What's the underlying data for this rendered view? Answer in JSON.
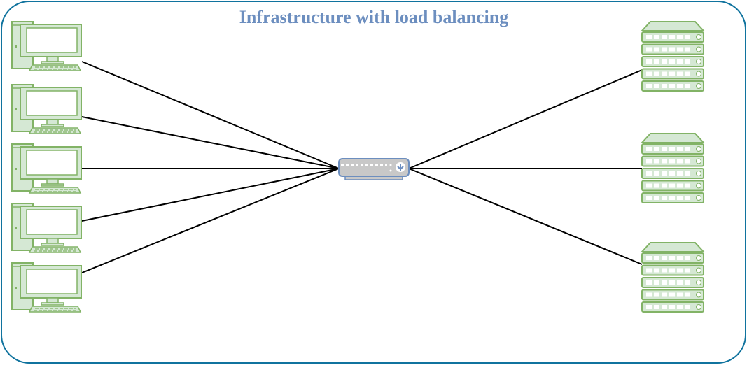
{
  "diagram": {
    "title": "Infrastructure with load balancing",
    "colors": {
      "frame": "#10739e",
      "title": "#6c8ebf",
      "device_stroke": "#82b366",
      "device_fill": "#d5e8d4",
      "balancer_stroke": "#6c8ebf",
      "balancer_fill": "#c8c8c8",
      "link": "#000000"
    },
    "clients": [
      {
        "icon": "desktop-computer-icon"
      },
      {
        "icon": "desktop-computer-icon"
      },
      {
        "icon": "desktop-computer-icon"
      },
      {
        "icon": "desktop-computer-icon"
      },
      {
        "icon": "desktop-computer-icon"
      }
    ],
    "balancer": {
      "icon": "load-balancer-icon"
    },
    "servers": [
      {
        "icon": "server-rack-icon"
      },
      {
        "icon": "server-rack-icon"
      },
      {
        "icon": "server-rack-icon"
      }
    ],
    "connections": [
      {
        "from": "client-1",
        "to": "load-balancer"
      },
      {
        "from": "client-2",
        "to": "load-balancer"
      },
      {
        "from": "client-3",
        "to": "load-balancer"
      },
      {
        "from": "client-4",
        "to": "load-balancer"
      },
      {
        "from": "client-5",
        "to": "load-balancer"
      },
      {
        "from": "load-balancer",
        "to": "server-1"
      },
      {
        "from": "load-balancer",
        "to": "server-2"
      },
      {
        "from": "load-balancer",
        "to": "server-3"
      }
    ]
  }
}
